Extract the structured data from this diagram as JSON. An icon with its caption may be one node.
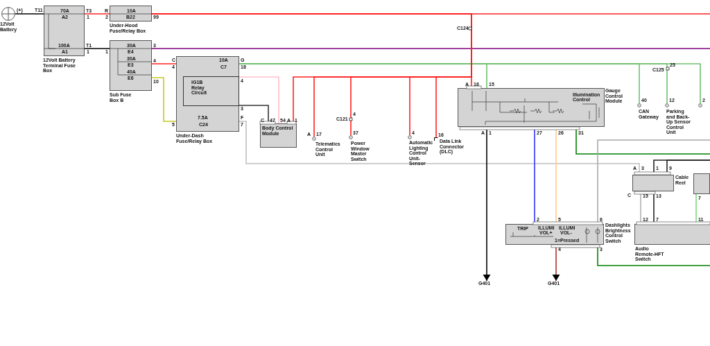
{
  "diagram": {
    "nodes": [
      {
        "text": [
          "12Volt Battery"
        ]
      },
      {
        "text": [
          "12Volt Battery Terminal Fuse Box"
        ]
      },
      {
        "text": [
          "Under-Hood Fuse/Relay Box"
        ]
      },
      {
        "text": [
          "Sub Fuse Box B"
        ]
      },
      {
        "text": [
          "Under-Dash Fuse/Relay Box"
        ]
      },
      {
        "text": [
          "IG1B Relay Circuit"
        ],
        "in": 4
      },
      {
        "text": [
          "Body Control Module"
        ]
      },
      {
        "text": [
          "Telematics Control Unit"
        ]
      },
      {
        "text": [
          "Power Window Master Switch"
        ]
      },
      {
        "text": [
          "Automatic Lighting Control Unit-Sensor"
        ]
      },
      {
        "text": [
          "Data Link Connector (DLC)"
        ]
      },
      {
        "text": [
          "Gauge Control Module"
        ]
      },
      {
        "text": [
          "CAN Gateway"
        ]
      },
      {
        "text": [
          "Parking and Back-Up Sensor Control Unit"
        ]
      },
      {
        "text": [],
        "shape": "circle"
      },
      {
        "text": [
          "Cable Reel"
        ]
      },
      {
        "text": [
          "Dashlights Brightness Control Switch"
        ]
      },
      {
        "text": [
          "Audio Remote-HFT Switch"
        ]
      },
      {
        "text": [
          "G401"
        ]
      },
      {
        "text": [
          "G401"
        ]
      },
      {
        "text": [],
        "shape": "box"
      }
    ],
    "edges": [
      {
        "from": 0,
        "to": 1,
        "arrow": "none",
        "color": "#000000"
      },
      {
        "from": 1,
        "to": 2,
        "arrow": "none",
        "color": "#ff2020"
      },
      {
        "from": 2,
        "to": null,
        "arrow": "none",
        "color": "#ff2020"
      },
      {
        "from": 1,
        "to": 3,
        "arrow": "none",
        "color": "#000000"
      },
      {
        "from": 3,
        "to": null,
        "arrow": "none",
        "color": "#800080"
      },
      {
        "from": 3,
        "to": 4,
        "arrow": "none",
        "color": "#ff2020"
      },
      {
        "from": 3,
        "to": 4,
        "arrow": "none",
        "color": "#c8c820"
      },
      {
        "from": 4,
        "to": 11,
        "arrow": "none",
        "color": "#70c070"
      },
      {
        "from": 4,
        "to": 12,
        "arrow": "none",
        "color": "#70c070"
      },
      {
        "from": 4,
        "to": 13,
        "arrow": "none",
        "color": "#70c070"
      },
      {
        "from": 4,
        "to": 14,
        "arrow": "none",
        "color": "#70c070"
      },
      {
        "from": 2,
        "to": 11,
        "arrow": "none",
        "color": "#ff2020"
      },
      {
        "from": 2,
        "to": 6,
        "arrow": "none",
        "color": "#ff2020"
      },
      {
        "from": 2,
        "to": 7,
        "arrow": "none",
        "color": "#ff2020"
      },
      {
        "from": 2,
        "to": 8,
        "arrow": "none",
        "color": "#ff2020"
      },
      {
        "from": 2,
        "to": 9,
        "arrow": "none",
        "color": "#ff2020"
      },
      {
        "from": 2,
        "to": 10,
        "arrow": "none",
        "color": "#ff2020"
      },
      {
        "from": 4,
        "to": 6,
        "arrow": "none",
        "color": "#ffc0cb"
      },
      {
        "from": 4,
        "to": 6,
        "arrow": "none",
        "color": "#333333"
      },
      {
        "from": 4,
        "to": 15,
        "arrow": "none",
        "color": "#c0c0c0"
      },
      {
        "from": 11,
        "to": 18,
        "arrow": "to",
        "color": "#000000"
      },
      {
        "from": 11,
        "to": 16,
        "arrow": "none",
        "color": "#3030ff"
      },
      {
        "from": 11,
        "to": 16,
        "arrow": "none",
        "color": "#ffc890"
      },
      {
        "from": 11,
        "to": null,
        "arrow": "none",
        "color": "#008000"
      },
      {
        "from": 16,
        "to": null,
        "arrow": "none",
        "color": "#a8a8a8"
      },
      {
        "from": 16,
        "to": 19,
        "arrow": "to",
        "color": "#b03030"
      },
      {
        "from": 16,
        "to": null,
        "arrow": "none",
        "color": "#008000"
      },
      {
        "from": 15,
        "to": 17,
        "arrow": "none",
        "color": "#b0b0b0"
      },
      {
        "from": 15,
        "to": 17,
        "arrow": "none",
        "color": "#222222"
      },
      {
        "from": 15,
        "to": null,
        "arrow": "none",
        "color": "#222222"
      },
      {
        "from": 15,
        "to": null,
        "arrow": "none",
        "color": "#222222"
      },
      {
        "from": 20,
        "to": 17,
        "arrow": "none",
        "color": "#80d880"
      }
    ],
    "labels": [
      "(+)",
      "T11",
      "70A",
      "A2",
      "T3",
      "1",
      "R",
      "2",
      "10A",
      "B22",
      "99",
      "100A",
      "A1",
      "T1",
      "1",
      "1",
      "30A",
      "E4",
      "3",
      "30A",
      "E3",
      "4",
      "40A",
      "E6",
      "10",
      "C",
      "4",
      "10A",
      "C7",
      "G",
      "18",
      "4",
      "3",
      "5",
      "7.5A",
      "C24",
      "F",
      "7",
      "C",
      "47",
      "54",
      "A",
      "1",
      "A",
      "17",
      "C121",
      "4",
      "37",
      "4",
      "16",
      "C124",
      "A",
      "16",
      "15",
      "Illumination Control",
      "A",
      "1",
      "27",
      "26",
      "31",
      "40",
      "C125",
      "25",
      "12",
      "2",
      "A",
      "3",
      "1",
      "9",
      "C",
      "15",
      "13",
      "7",
      "2",
      "5",
      "6",
      "TRIP",
      "ILLUMI",
      "VOL+",
      "ILLUMI",
      "VOL-",
      "1=Pressed",
      "4",
      "3",
      "12",
      "7",
      "11"
    ]
  }
}
